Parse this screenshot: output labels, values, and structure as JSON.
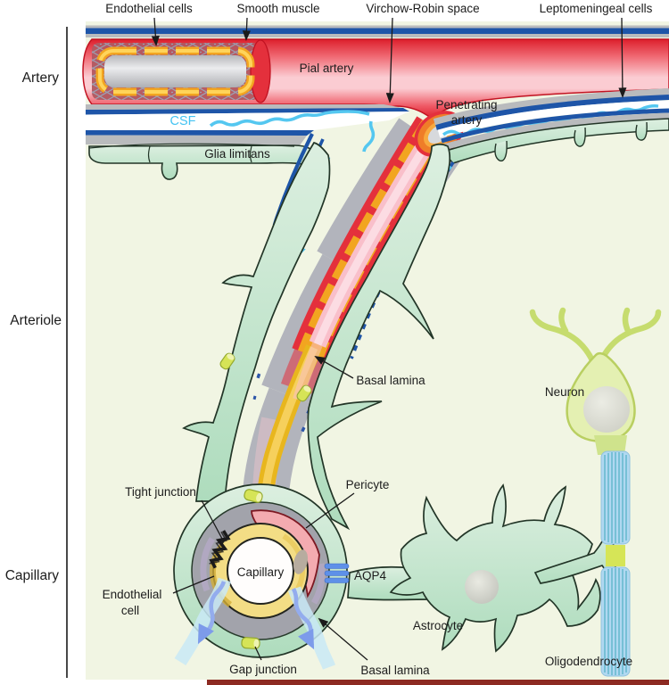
{
  "figure_type": "anatomical diagram of the cerebral neurovascular unit / perivascular (glymphatic) system",
  "labels": {
    "artery": "Artery",
    "arteriole": "Arteriole",
    "capillary_side": "Capillary",
    "endothelial_cells": "Endothelial cells",
    "smooth_muscle": "Smooth muscle",
    "virchow_robin": "Virchow-Robin space",
    "leptomeningeal": "Leptomeningeal cells",
    "pial_artery": "Pial artery",
    "csf": "CSF",
    "glia_limitans": "Glia limitans",
    "penetrating_1": "Penetrating",
    "penetrating_2": "artery",
    "basal_lamina_arteriole": "Basal lamina",
    "neuron": "Neuron",
    "tight_junction": "Tight junction",
    "pericyte": "Pericyte",
    "capillary_center": "Capillary",
    "endothelial_1": "Endothelial",
    "endothelial_2": "cell",
    "aqp4": "AQP4",
    "astrocyte": "Astrocyte",
    "gap_junction": "Gap junction",
    "basal_lamina_capillary": "Basal lamina",
    "oligodendrocyte": "Oligodendrocyte"
  },
  "colors": {
    "background": "#f1f5e3",
    "artery_red": "#e4303c",
    "artery_pink": "#fbccd2",
    "smooth_muscle_net": "#b25860",
    "endothelium_orange": "#f2a520",
    "endothelium_yellow": "#ffd45a",
    "lumen_gray": "#d9dadd",
    "meninges_gray": "#b9bbbd",
    "leptomeningeal_blue": "#1e55a8",
    "csf_cyan": "#54c7f0",
    "glia_green": "#cfe9d6",
    "glia_outline": "#223527",
    "capillary_ring_yellow": "#f3dd85",
    "pericyte_pink": "#f3abb0",
    "basal_lamina_gray": "#a2a3ab",
    "aqp4_blue": "#5e90e8",
    "flow_arrow_blue": "#93acee",
    "neuron_green": "#e4f0b2",
    "myelin_blue": "#b0d8f1",
    "node_yellow_green": "#d6e557",
    "nucleus_gray": "#c5c7c1",
    "label_black": "#1c1c1c",
    "bottom_strip_red": "#8d2a22"
  }
}
